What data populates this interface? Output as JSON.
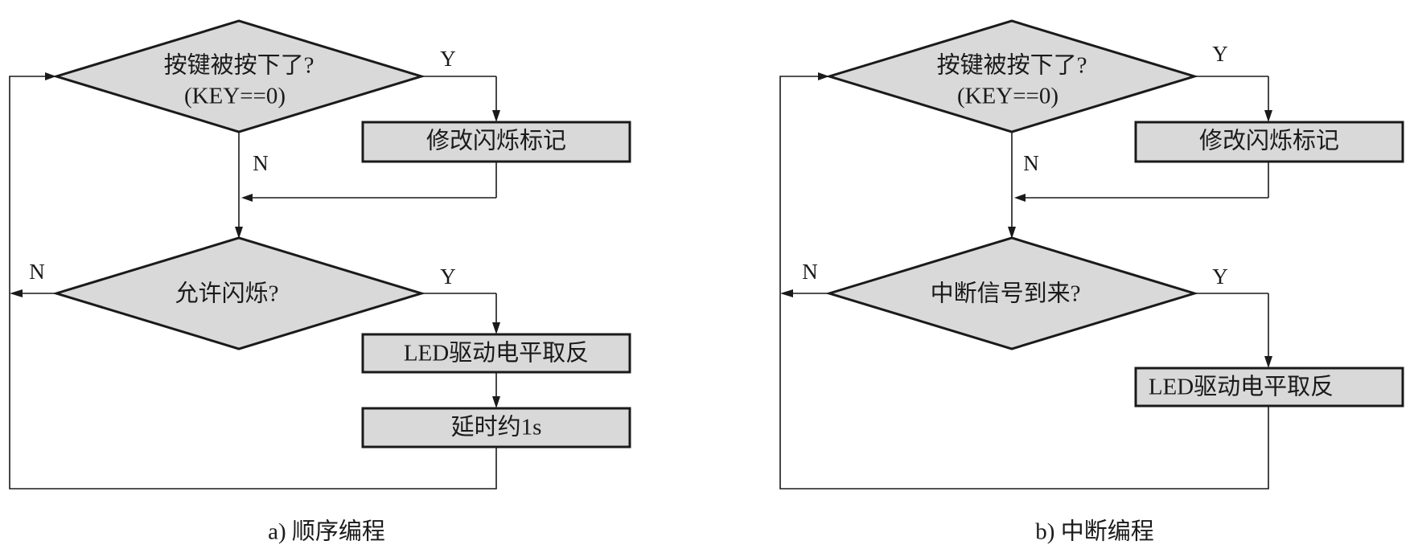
{
  "flowchart_a": {
    "key_question": "按键被按下了?",
    "key_condition": "(KEY==0)",
    "modify_flag": "修改闪烁标记",
    "allow_blink": "允许闪烁?",
    "led_toggle": "LED驱动电平取反",
    "delay": "延时约1s",
    "yes_1": "Y",
    "no_1": "N",
    "yes_2": "Y",
    "no_2": "N",
    "caption": "a) 顺序编程"
  },
  "flowchart_b": {
    "key_question": "按键被按下了?",
    "key_condition": "(KEY==0)",
    "modify_flag": "修改闪烁标记",
    "interrupt_question": "中断信号到来?",
    "led_toggle": "LED驱动电平取反",
    "yes_1": "Y",
    "no_1": "N",
    "yes_2": "Y",
    "no_2": "N",
    "caption": "b) 中断编程"
  },
  "colors": {
    "shape_fill": "#d9d9d9",
    "stroke": "#1a1a1a",
    "background": "#ffffff"
  }
}
